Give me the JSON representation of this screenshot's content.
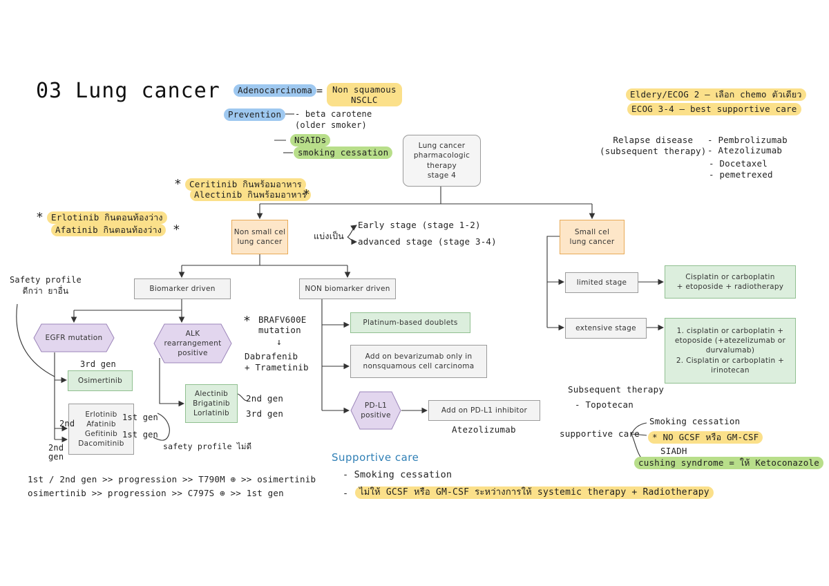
{
  "title": "03 Lung cancer",
  "top": {
    "adeno": "Adenocarcinoma",
    "equals": "=",
    "non_squamous": "Non squamous\nNSCLC",
    "prevention": "Prevention",
    "prev_items": [
      "- beta carotene\n(older smoker)",
      "NSAIDs",
      "smoking cessation"
    ],
    "dash": "—"
  },
  "right_top": {
    "elderly": "Eldery/ECOG 2  — เลือก  chemo  ตัวเดียว",
    "ecog34": "ECOG 3-4  — best supportive care",
    "relapse": "Relapse disease\n(subsequent therapy)",
    "relapse_drugs": [
      "- Pembrolizumab",
      "- Atezolizumab",
      "- Docetaxel",
      "- pemetrexed"
    ]
  },
  "notes": {
    "ceritinib": "Ceritinib กินพร้อมอาหาร",
    "alectinib": "Alectinib กินพร้อมอาหาร",
    "erlotinib": "Erlotinib กินตอนท้องว่าง",
    "afatinib": "Afatinib  กินตอนท้องว่าง",
    "star": "*",
    "safety": "Safety profile\nดีกว่า ยาอื่น",
    "safety2": "safety profile ไม่ดี",
    "gen3": "3rd gen",
    "gen2": "2nd",
    "gen2b": "2nd\ngen",
    "gen1a": "1st gen",
    "gen1b": "1st gen",
    "alk2": "2nd gen",
    "alk3": "3rd gen",
    "braf": "BRAFV600E\nmutation",
    "braf_arrow": "↓",
    "dabrafenib": "Dabrafenib\n+ Trametinib",
    "atezo": "Atezolizumab",
    "stage_split": "แบ่งเป็น",
    "early": "Early stage  (stage 1-2)",
    "advanced": "advanced stage  (stage 3-4)",
    "t790": "1st / 2nd gen  >> progression  >> T790M ⊕  >> osimertinib",
    "c797": "osimertinib  >> progression  >> C797S ⊕  >> 1st gen",
    "subsequent": "Subsequent therapy",
    "topotecan": "- Topotecan",
    "supportive": "supportive care",
    "sc_smoking": "Smoking cessation",
    "sc_gcsf": "* NO GCSF หรือ GM-CSF",
    "sc_siadh": "SIADH",
    "sc_cushing": "cushing syndrome  = ให้ Ketoconazole"
  },
  "nodes": {
    "root": "Lung cancer\npharmacologic\ntherapy\nstage 4",
    "nsclc": "Non small cel\nlung cancer",
    "sclc": "Small cel\nlung cancer",
    "biomarker": "Biomarker driven",
    "nonbio": "NON biomarker driven",
    "egfr": "EGFR mutation",
    "alk": "ALK\nrearrangement\npositive",
    "osimertinib": "Osimertinib",
    "egfr_drugs": "Erlotinib\nAfatinib\nGefitinib\nDacomitinib",
    "alk_drugs": "Alectinib\nBrigatinib\nLorlatinib",
    "platinum": "Platinum-based doublets",
    "bevacizumab": "Add on bevarizumab only in\nnonsquamous cell carcinoma",
    "pdl1": "PD-L1\npositive",
    "pdl1_inhib": "Add on PD-L1 inhibitor",
    "limited": "limited stage",
    "extensive": "extensive stage",
    "limited_tx": "Cisplatin or carboplatin\n+ etoposide + radiotherapy",
    "extensive_tx": "1. cisplatin or carboplatin +\netoposide (+atezelizumab or\ndurvalumab)\n2. Cisplatin or carboplatin +\nirinotecan"
  },
  "bottom": {
    "heading": "Supportive care",
    "item1": "-   Smoking cessation",
    "item2": "ไม่ให้ GCSF หรือ GM-CSF ระหว่างการให้ systemic therapy + Radiotherapy",
    "dash": "-"
  },
  "colors": {
    "yellow": "#fbe08a",
    "green": "#b8de8a",
    "blue": "#9ec8f0",
    "orange_box": "#fde6c8",
    "green_box": "#dceedd",
    "hex_fill": "#e2d6ee"
  }
}
